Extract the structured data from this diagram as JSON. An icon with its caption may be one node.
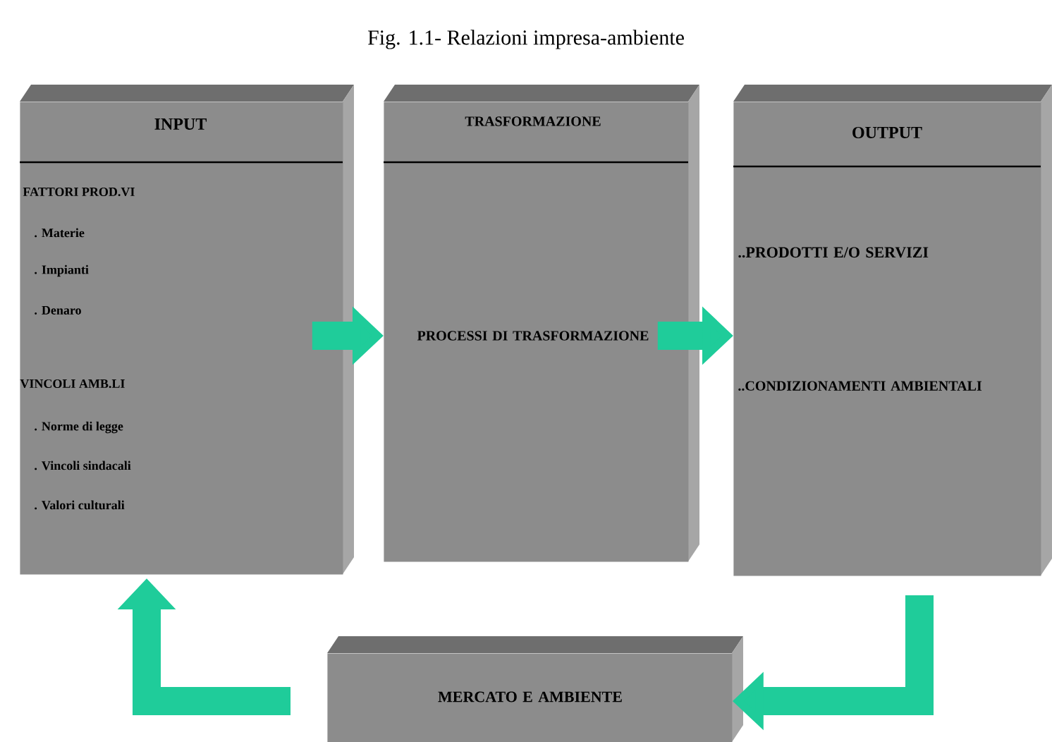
{
  "diagram": {
    "title": "Fig. 1.1- Relazioni impresa-ambiente",
    "nodes": [
      {
        "text": [
          "INPUT",
          "FATTORI PROD.VI",
          ". Materie",
          ". Impianti",
          ". Denaro",
          "VINCOLI AMB.LI",
          ". Norme di legge",
          ". Vincoli sindacali",
          ". Valori culturali"
        ]
      },
      {
        "text": [
          "TRASFORMAZIONE",
          "PROCESSI DI TRASFORMAZIONE"
        ]
      },
      {
        "text": [
          "OUTPUT",
          "..PRODOTTI E/O SERVIZI",
          "..CONDIZIONAMENTI AMBIENTALI"
        ]
      },
      {
        "text": [
          "MERCATO E AMBIENTE"
        ]
      }
    ],
    "edges": [
      {
        "from": 0,
        "to": 1,
        "arrow": "to"
      },
      {
        "from": 1,
        "to": 2,
        "arrow": "to"
      },
      {
        "from": 2,
        "to": 3,
        "arrow": "to"
      },
      {
        "from": 3,
        "to": 0,
        "arrow": "to"
      }
    ]
  }
}
